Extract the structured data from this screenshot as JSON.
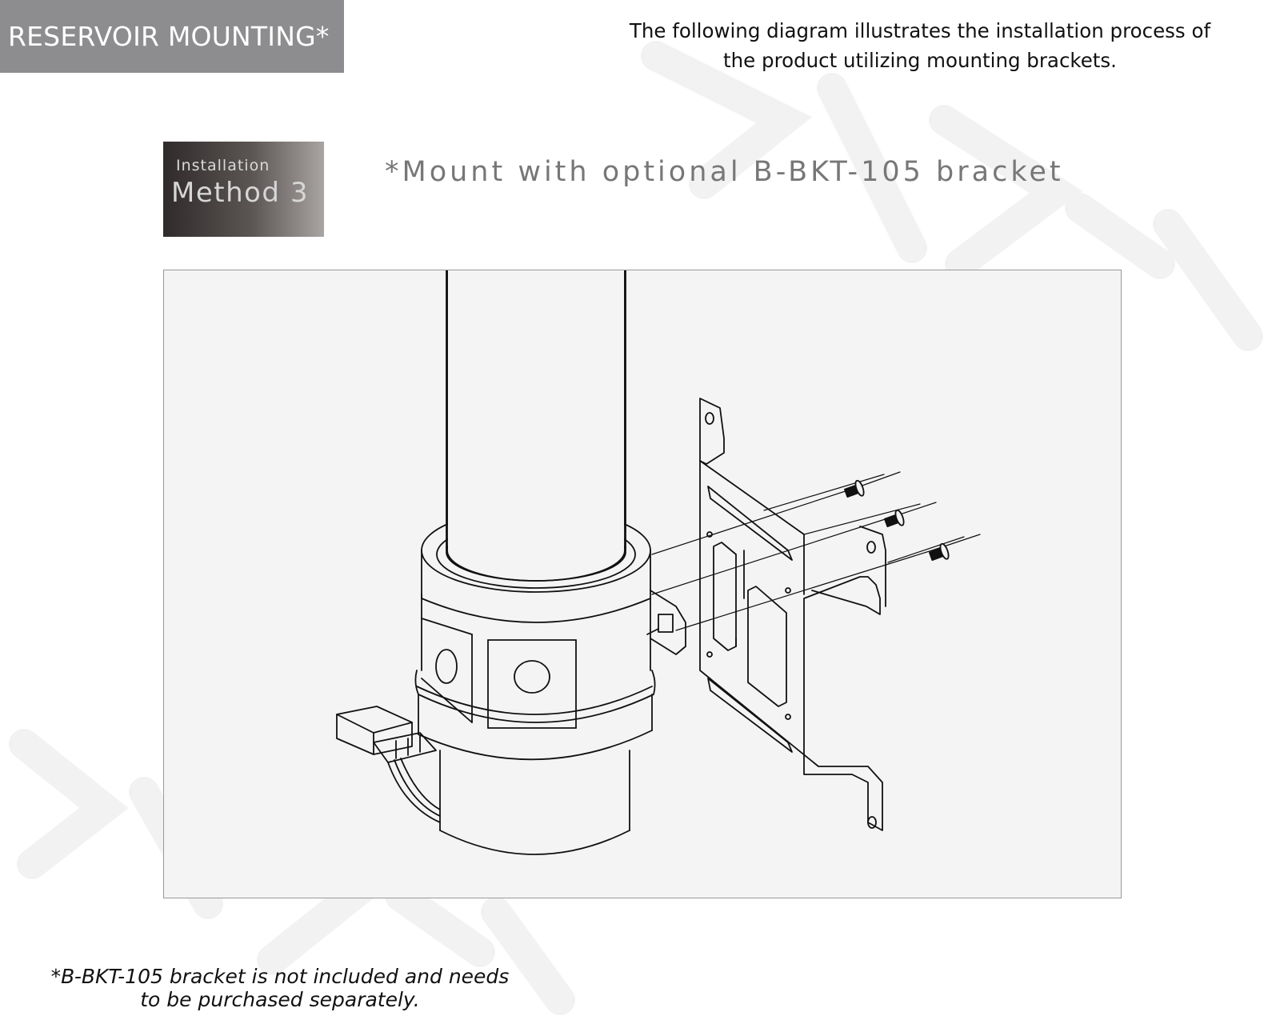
{
  "header": {
    "section_label": "RESERVOIR MOUNTING*",
    "intro_line_1": "The following diagram illustrates the installation process of",
    "intro_line_2": "the product utilizing mounting brackets."
  },
  "method": {
    "label_small": "Installation",
    "label_big": "Method 3"
  },
  "subtitle": "*Mount with optional B-BKT-105 bracket",
  "footnote": {
    "line_1": "*B-BKT-105 bracket is not included and needs",
    "line_2": "to be purchased separately."
  },
  "colors": {
    "label_bg": "#8d8d8f",
    "figure_bg": "#f4f4f4",
    "line": "#111111"
  }
}
